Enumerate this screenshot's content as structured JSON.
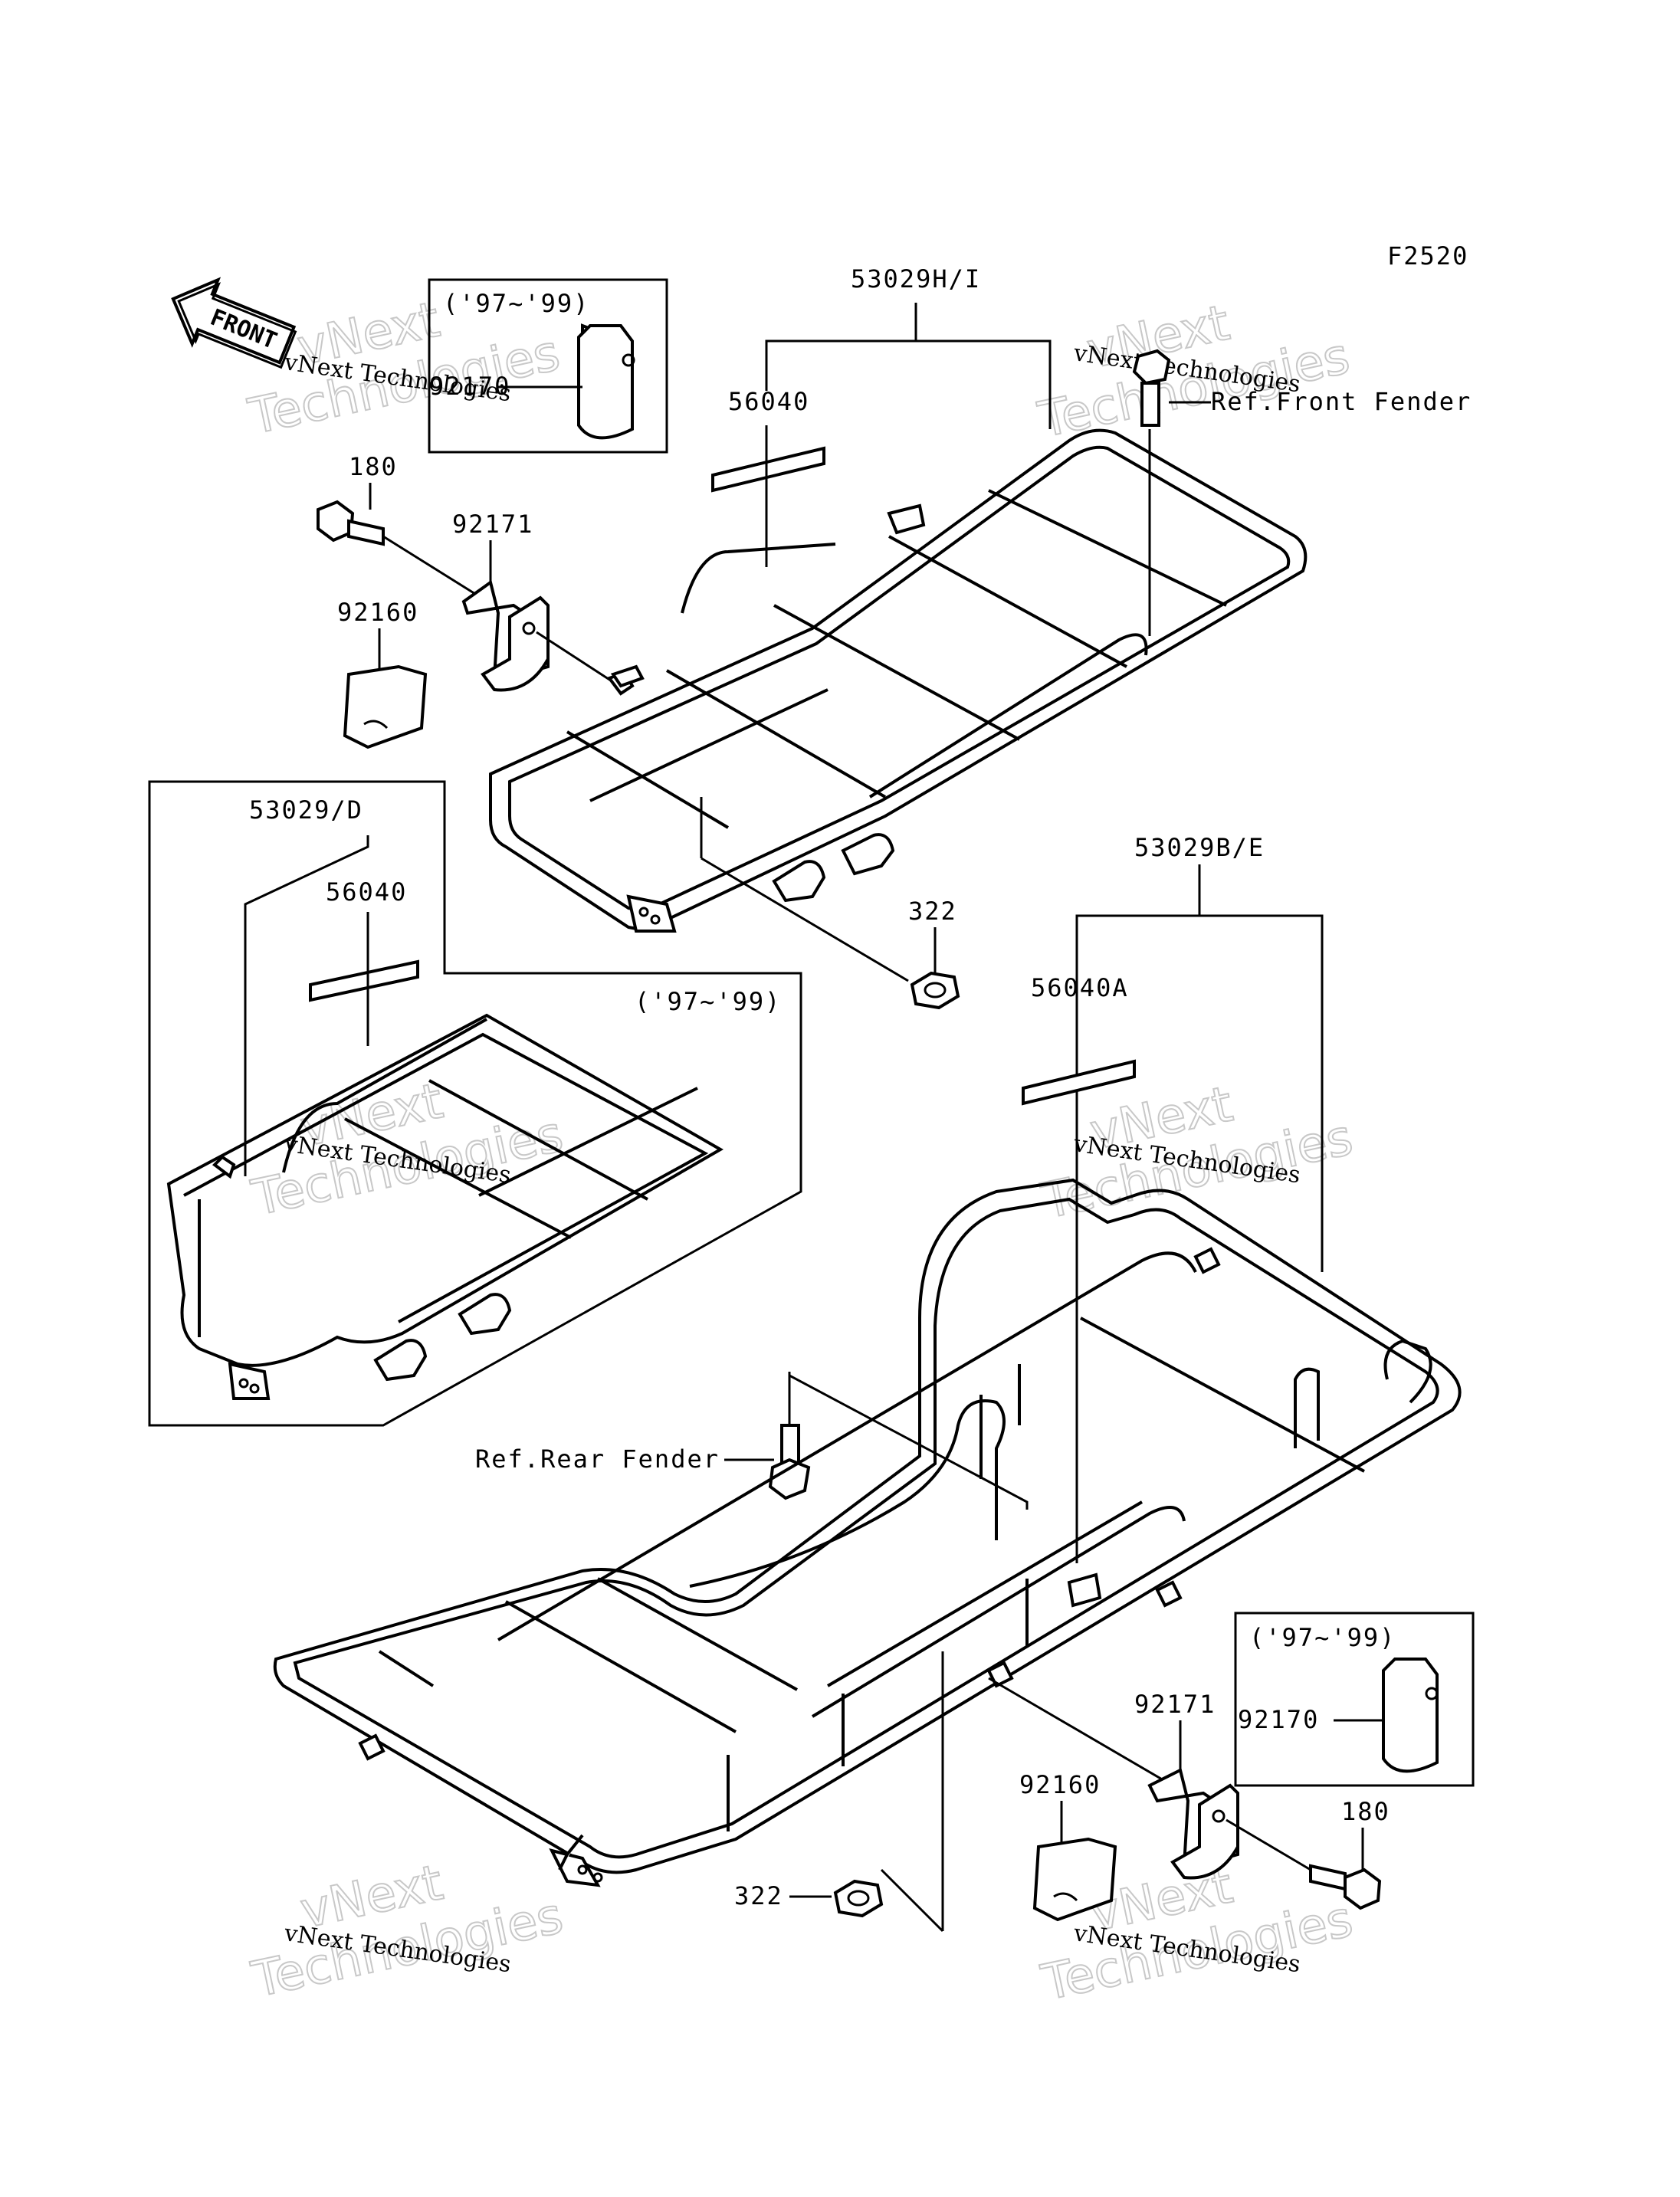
{
  "figure_code": "F2520",
  "front_arrow": "FRONT",
  "year_range_label": "('97~'99)",
  "watermark": {
    "line1": "vNext",
    "line2": "Technologies",
    "small": "vNext Technologies"
  },
  "labels": {
    "front_carrier": "53029H/I",
    "rear_carrier": "53029B/E",
    "alt_carrier": "53029/D",
    "decal_front": "56040",
    "decal_alt": "56040",
    "decal_rear": "56040A",
    "bolt_front": "180",
    "bolt_rear": "180",
    "bracket_front": "92171",
    "bracket_rear": "92171",
    "clamp_front": "92160",
    "clamp_rear": "92160",
    "clip_front": "92170",
    "clip_rear": "92170",
    "nut_front": "322",
    "nut_rear": "322",
    "ref_front_fender": "Ref.Front Fender",
    "ref_rear_fender": "Ref.Rear Fender"
  }
}
